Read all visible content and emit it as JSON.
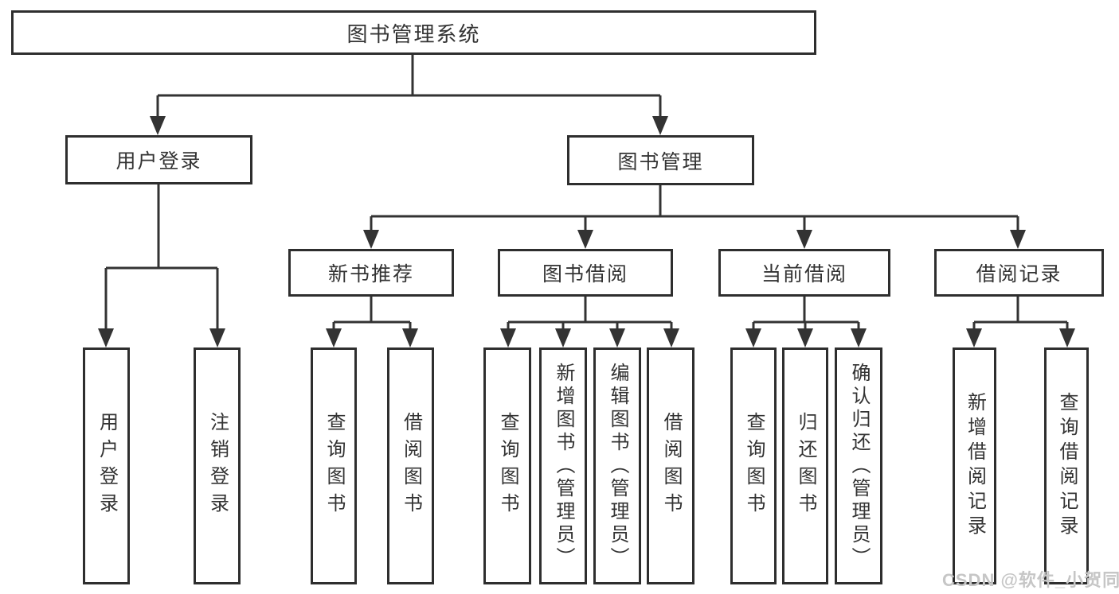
{
  "tree": {
    "root": {
      "label": "图书管理系统",
      "children": [
        {
          "label": "用户登录",
          "children": [
            {
              "label": "用户登录"
            },
            {
              "label": "注销登录"
            }
          ]
        },
        {
          "label": "图书管理",
          "children": [
            {
              "label": "新书推荐",
              "children": [
                {
                  "label": "查询图书"
                },
                {
                  "label": "借阅图书"
                }
              ]
            },
            {
              "label": "图书借阅",
              "children": [
                {
                  "label": "查询图书"
                },
                {
                  "label": "新增图书（管理员）"
                },
                {
                  "label": "编辑图书（管理员）"
                },
                {
                  "label": "借阅图书"
                }
              ]
            },
            {
              "label": "当前借阅",
              "children": [
                {
                  "label": "查询图书"
                },
                {
                  "label": "归还图书"
                },
                {
                  "label": "确认归还（管理员）"
                }
              ]
            },
            {
              "label": "借阅记录",
              "children": [
                {
                  "label": "新增借阅记录"
                },
                {
                  "label": "查询借阅记录"
                }
              ]
            }
          ]
        }
      ]
    }
  },
  "watermark": {
    "text": "CSDN @软件_小贺同学"
  },
  "colors": {
    "line": "#333333",
    "text": "#333333",
    "watermark": "#c6c6c6"
  }
}
